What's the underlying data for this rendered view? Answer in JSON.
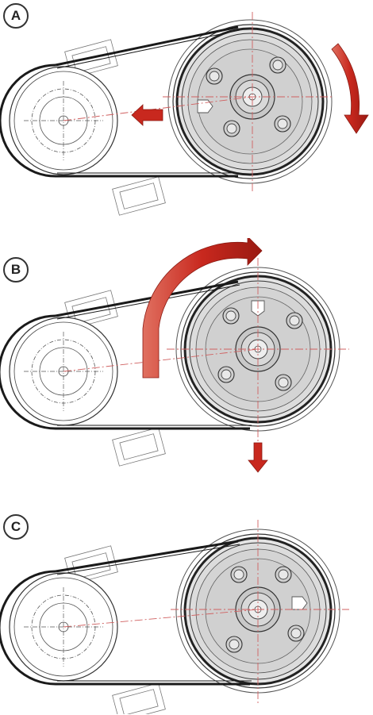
{
  "panels": [
    {
      "label": "A"
    },
    {
      "label": "B"
    },
    {
      "label": "C"
    }
  ],
  "colors": {
    "line": "#2a2a2a",
    "belt": "#1a1a1a",
    "pulley_fill": "#d9d9d9",
    "centerline": "#d06060",
    "arrow": "#c8281e"
  },
  "icons": [
    "rotation-arrow",
    "direction-arrow"
  ]
}
